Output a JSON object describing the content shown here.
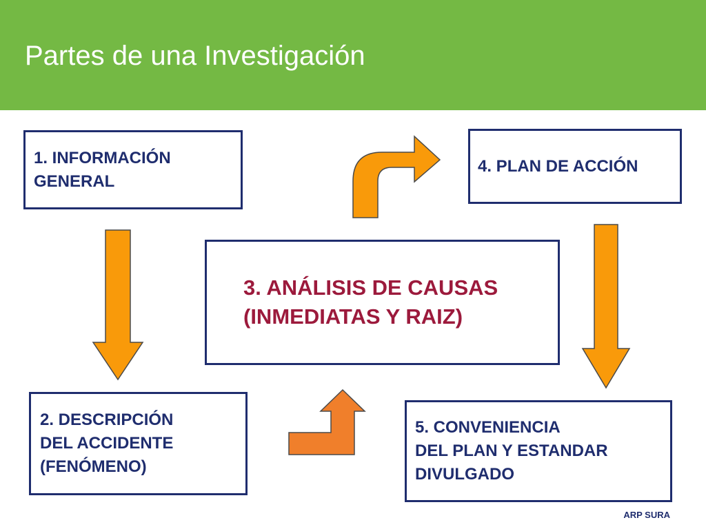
{
  "slide": {
    "title": "Partes de una Investigación",
    "footer": "ARP SURA"
  },
  "colors": {
    "header_green": "#74b944",
    "box_border": "#1f2d6e",
    "box_text": "#1f2d6e",
    "center_text": "#9c1a3c",
    "arrow_fill": "#f99a0a",
    "arrow_fill_alt": "#f07f2b",
    "arrow_stroke": "#4a4a4a"
  },
  "steps": [
    {
      "id": "step-1",
      "lines": [
        "1.  INFORMACIÓN",
        "GENERAL"
      ]
    },
    {
      "id": "step-2",
      "lines": [
        "2.   DESCRIPCIÓN",
        "DEL ACCIDENTE",
        "(FENÓMENO)"
      ]
    },
    {
      "id": "step-3",
      "lines": [
        "3. ANÁLISIS DE CAUSAS",
        "(INMEDIATAS Y RAIZ)"
      ]
    },
    {
      "id": "step-4",
      "lines": [
        "4. PLAN DE ACCIÓN"
      ]
    },
    {
      "id": "step-5",
      "lines": [
        "5. CONVENIENCIA",
        "DEL PLAN Y ESTANDAR",
        "DIVULGADO"
      ]
    }
  ],
  "flow": [
    {
      "from": "step-1",
      "to": "step-2",
      "arrow_icon": "arrow-down-icon"
    },
    {
      "from": "step-2",
      "to": "step-3",
      "arrow_icon": "bent-arrow-up-icon"
    },
    {
      "from": "step-3",
      "to": "step-4",
      "arrow_icon": "curved-arrow-right-icon"
    },
    {
      "from": "step-4",
      "to": "step-5",
      "arrow_icon": "arrow-down-icon"
    }
  ]
}
